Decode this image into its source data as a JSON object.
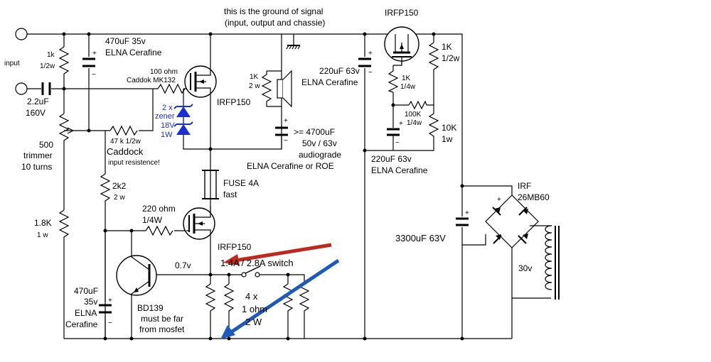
{
  "labels": {
    "input": "input",
    "cap_input_value": "2.2uF",
    "cap_input_voltage": "160V",
    "r1k_value": "1k",
    "r1k_power": "1/2w",
    "cap470_top_value": "470uF 35v",
    "cap470_top_brand": "ELNA Cerafine",
    "r100_value": "100 ohm",
    "r100_brand": "Caddok MK132",
    "zener_count": "2 x",
    "zener_type": "zener",
    "zener_voltage": "18V",
    "zener_power": "1W",
    "mosfet_top": "IRFP150",
    "r47k_value": "47 k 1/2w",
    "r47k_brand": "Caddock",
    "r47k_note": "input resistence!",
    "trimmer_value": "500",
    "trimmer_type": "trimmer",
    "trimmer_turns": "10 turns",
    "r2k2_value": "2k2",
    "r2k2_power": "2 w",
    "r18k_value": "1.8K",
    "r18k_power": "1 w",
    "r220_value": "220 ohm",
    "r220_power": "1/4W",
    "mosfet_bottom": "IRFP150",
    "v07": "0.7v",
    "switch_label": "1.4A / 2.8A switch",
    "res4_count": "4 x",
    "res4_value": "1 ohm",
    "res4_power": "2 W",
    "bd139": "BD139",
    "bd139_note1": "must be far",
    "bd139_note2": "from mosfet",
    "cap470_bot_value": "470uF",
    "cap470_bot_voltage": "35v",
    "cap470_bot_brand1": "ELNA",
    "cap470_bot_brand2": "Cerafine",
    "ground_note1": "this is the ground of signal",
    "ground_note2": "(input, output and chassie)",
    "spk_r_value": "1K",
    "spk_r_power": "2 w",
    "cap4700_value": ">= 4700uF",
    "cap4700_voltage": "50v / 63v",
    "cap4700_grade": "audiograde",
    "cap4700_brand": "ELNA Cerafine or ROE",
    "fuse_value": "FUSE 4A",
    "fuse_type": "fast",
    "cap220a_value": "220uF 63v",
    "cap220a_brand": "ELNA Cerafine",
    "mosfet_reg": "IRFP150",
    "r1k_reg_value": "1K",
    "r1k_reg_power": "1/2w",
    "r1k_small_value": "1K",
    "r1k_small_power": "1/4w",
    "r100k_value": "100K",
    "r100k_power": "1/4w",
    "r10k_value": "10K",
    "r10k_power": "1w",
    "cap220b_value": "220uF 63v",
    "cap220b_brand": "ELNA Cerafine",
    "bridge_brand": "IRF",
    "bridge_model": "26MB60",
    "cap3300": "3300uF 63V",
    "transformer_voltage": "30v"
  },
  "colors": {
    "wire": "#000000",
    "zener": "#1a2fd0",
    "arrow_red": "#c0281c",
    "arrow_blue": "#1e5bb8"
  }
}
